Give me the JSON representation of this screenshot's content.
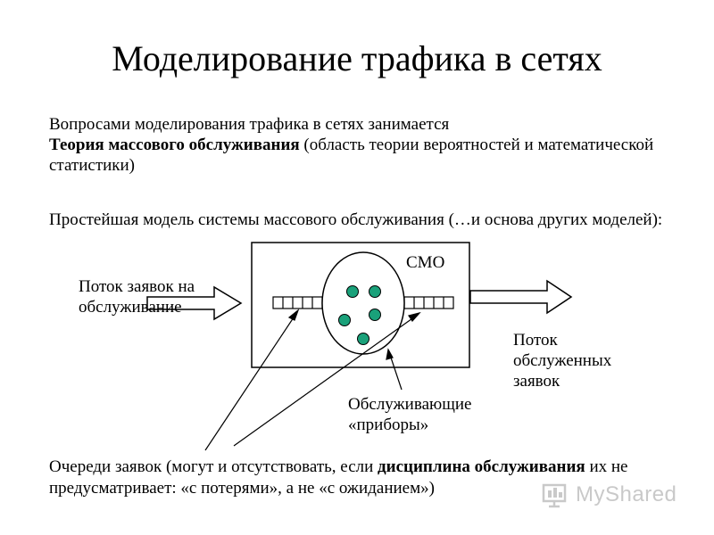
{
  "title": "Моделирование трафика в сетях",
  "intro": {
    "line1": "Вопросами моделирования трафика в сетях занимается",
    "bold": "Теория массового обслуживания",
    "rest": " (область теории вероятностей и математической статистики)"
  },
  "para2": "Простейшая модель системы массового обслуживания (…и основа других моделей):",
  "diagram": {
    "smo_label": "СМО",
    "input_label": "Поток заявок на обслуживание",
    "output_label": "Поток обслуженных заявок",
    "servers_label": "Обслуживающие «приборы»",
    "colors": {
      "server_fill": "#1aa17a",
      "stroke": "#000000"
    }
  },
  "bottom": {
    "pre": "Очереди заявок (могут и отсутствовать, если ",
    "bold": "дисциплина обслуживания",
    "post": " их не предусматривает: «с потерями», а не «с ожиданием»)"
  },
  "watermark": {
    "text": "MyShared",
    "icon": "myshared-logo-icon"
  }
}
